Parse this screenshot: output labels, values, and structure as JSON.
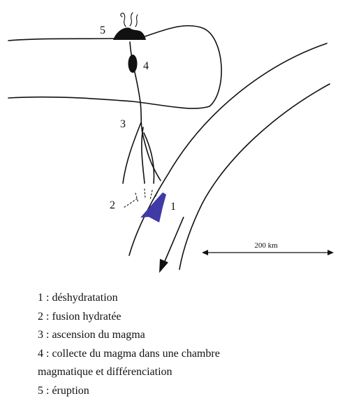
{
  "diagram": {
    "markers": [
      "5",
      "4",
      "3",
      "2",
      "1"
    ],
    "scale_label": "200 km",
    "colors": {
      "line": "#111111",
      "dehydration": "#3f3aa6",
      "chamber": "#111111"
    }
  },
  "legend": [
    "1 : déshydratation",
    "2 : fusion hydratée",
    "3 : ascension du magma",
    "4 : collecte du magma dans une chambre",
    "magmatique et différenciation",
    "5 : éruption"
  ]
}
